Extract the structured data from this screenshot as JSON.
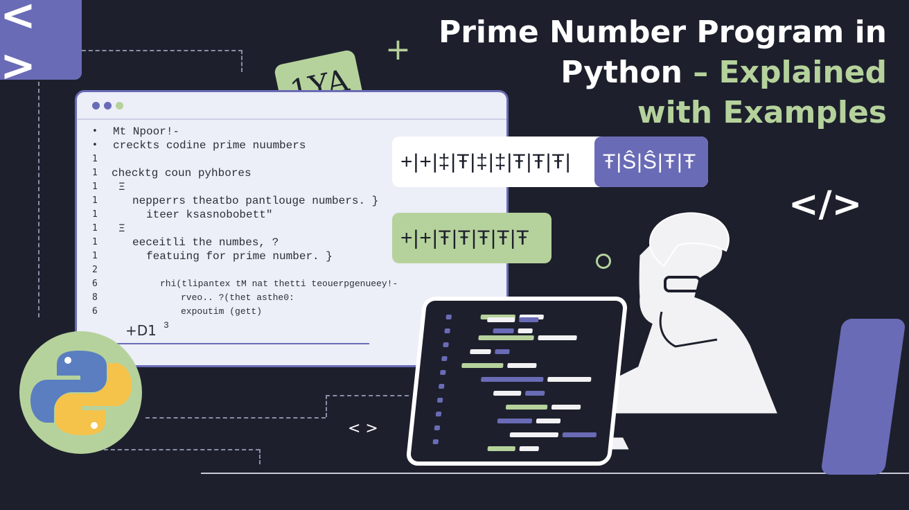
{
  "corner_badge": {
    "glyph": "< >",
    "color": "#6a6bb6"
  },
  "tilted_badge": {
    "text": "1YA",
    "color": "#b6d29c"
  },
  "title": {
    "line1": "Prime Number Program in",
    "line2_white": "Python",
    "line2_green": "– Explained",
    "line3": "with Examples"
  },
  "code_window": {
    "lines": [
      {
        "num": "•",
        "text": "Mt Npoor!-"
      },
      {
        "num": "•",
        "text": "creckts codine prime nuumbers"
      },
      {
        "num": "1",
        "text": ""
      },
      {
        "num": "1",
        "text": "checktg coun pyhbores"
      },
      {
        "num": "1",
        "text": "Ξ"
      },
      {
        "num": "1",
        "text": "nepperrs theatbo pantlouge numbers. }"
      },
      {
        "num": "1",
        "text": "iteer ksasnobobett\""
      },
      {
        "num": "1",
        "text": "Ξ"
      },
      {
        "num": "1",
        "text": "eeceitli the numbes, ?"
      },
      {
        "num": "1",
        "text": "featuing for prime number. }"
      },
      {
        "num": "2",
        "text": ""
      },
      {
        "num": "6",
        "text": "rhi(tlipantex tM  nat thetti teouerpgenueey!-"
      },
      {
        "num": "8",
        "text": "rveo.. ?(thet asthe0:"
      },
      {
        "num": "6",
        "text": "expoutim (gett)"
      },
      {
        "num": "",
        "text": "3"
      }
    ],
    "footer": "+D1"
  },
  "strip1": {
    "light": "+|+|‡|Ŧ|‡|‡|Ŧ|Ŧ|Ŧ|",
    "accent": "Ŧ|Ŝ|Ŝ|Ŧ|Ŧ"
  },
  "strip2": {
    "text": "+|+|Ŧ|Ŧ|Ŧ|Ŧ|Ŧ"
  },
  "close_tag": "</>",
  "small_tag": "< >",
  "colors": {
    "background": "#1d202c",
    "purple": "#6a6bb6",
    "green": "#b6d29c",
    "panel": "#eceef8"
  }
}
